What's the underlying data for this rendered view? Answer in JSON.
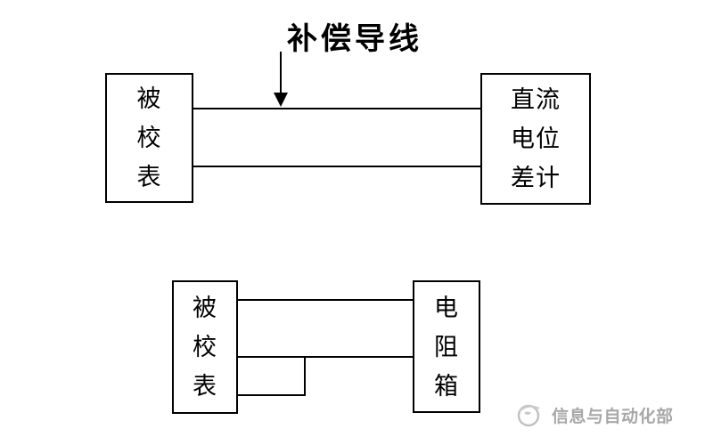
{
  "page": {
    "background": "#ffffff",
    "line_color": "#000000"
  },
  "top_diagram": {
    "label": "补偿导线",
    "left_box": {
      "lines": [
        "被",
        "校",
        "表"
      ]
    },
    "right_box": {
      "lines": [
        "直流",
        "电位",
        "差计"
      ]
    }
  },
  "bottom_diagram": {
    "left_box": {
      "lines": [
        "被",
        "校",
        "表"
      ]
    },
    "right_box": {
      "lines": [
        "电",
        "阻",
        "箱"
      ]
    }
  },
  "watermark": {
    "text": "信息与自动化部",
    "color": "#a8a8a8",
    "icon": "globe-swirl-icon"
  }
}
